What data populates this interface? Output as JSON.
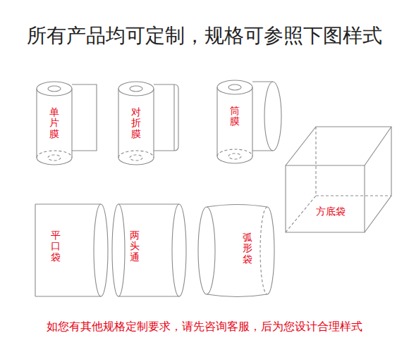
{
  "diagram": {
    "title": "所有产品均可定制，规格可参照下图样式",
    "caption": "如您有其他规格定制要求，请先咨询客服，后为您设计合理样式",
    "nodes": [
      {
        "text": [
          "单片膜"
        ]
      },
      {
        "text": [
          "对折膜"
        ]
      },
      {
        "text": [
          "筒膜"
        ]
      },
      {
        "text": [
          "方底袋"
        ]
      },
      {
        "text": [
          "平口袋"
        ]
      },
      {
        "text": [
          "两头通"
        ]
      },
      {
        "text": [
          "弧形袋"
        ]
      }
    ]
  }
}
